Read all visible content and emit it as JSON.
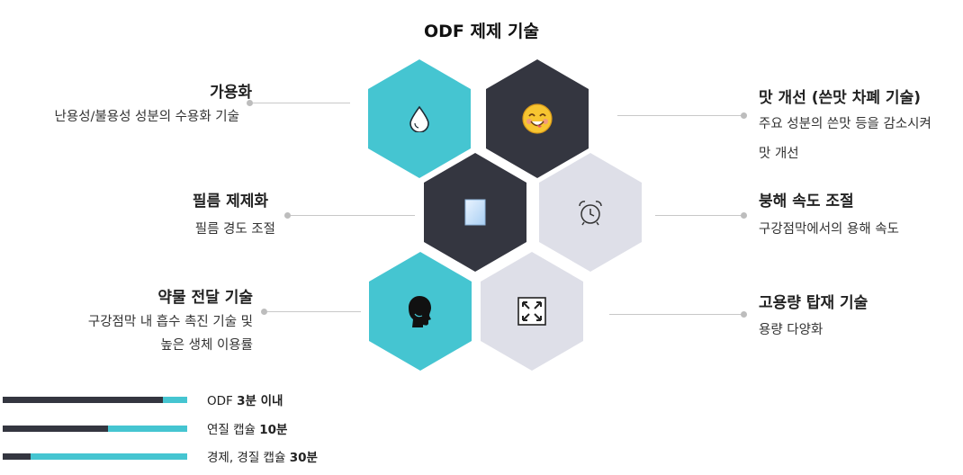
{
  "title": "ODF 제제 기술",
  "features": {
    "solubilization": {
      "title": "가용화",
      "desc": "난용성/불용성 성분의 수용화 기술"
    },
    "taste_masking": {
      "title": "맛 개선 (쓴맛 차폐 기술)",
      "desc_line1": "주요 성분의 쓴맛 등을 감소시켜",
      "desc_line2": "맛 개선"
    },
    "film": {
      "title": "필름 제제화",
      "desc": "필름 경도 조절"
    },
    "disintegration": {
      "title": "붕해 속도 조절",
      "desc": "구강점막에서의 용해 속도"
    },
    "delivery": {
      "title": "약물 전달 기술",
      "desc_line1": "구강점막 내 흡수 촉진 기술 및",
      "desc_line2": "높은 생체 이용률"
    },
    "high_load": {
      "title": "고용량 탑재 기술",
      "desc": "용량 다양화"
    }
  },
  "icons": {
    "solubilization": "water-drop-icon",
    "taste_masking": "smiling-face-icon",
    "film": "film-sheet-icon",
    "disintegration": "alarm-clock-icon",
    "delivery": "human-head-icon",
    "high_load": "expand-arrows-icon"
  },
  "colors": {
    "teal": "#45c5d1",
    "dark": "#343640",
    "light": "#dedfe8"
  },
  "bars": [
    {
      "prefix": "ODF ",
      "bold": "3분 이내",
      "fraction": 0.87
    },
    {
      "prefix": "연질 캡슐 ",
      "bold": "10분",
      "fraction": 0.57
    },
    {
      "prefix": "경제, 경질 캡슐 ",
      "bold": "30분",
      "fraction": 0.15
    }
  ]
}
